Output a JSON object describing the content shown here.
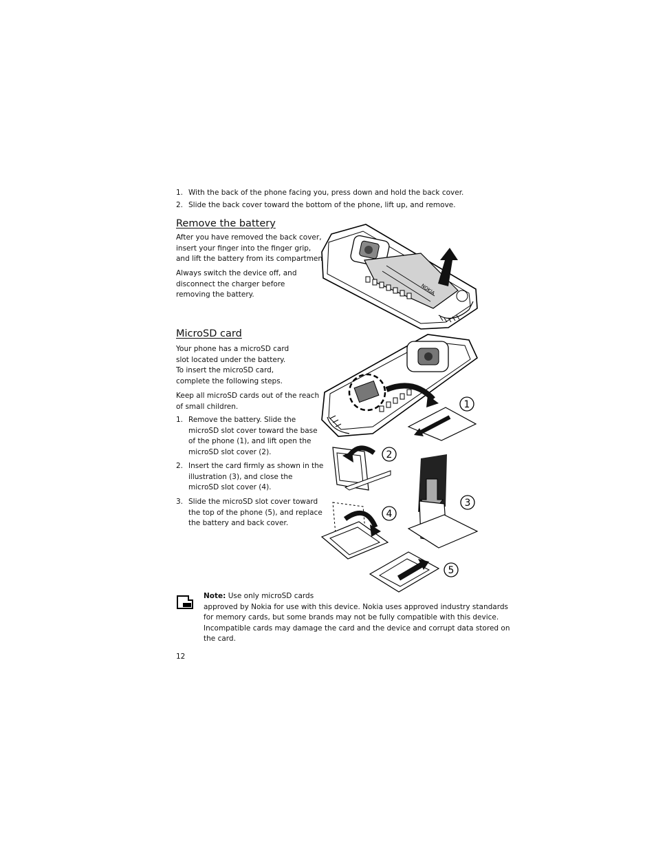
{
  "intro_steps": [
    {
      "num": "1.",
      "text": "With the back of the phone facing you, press down and hold the back cover."
    },
    {
      "num": "2.",
      "text": "Slide the back cover toward the bottom of the phone, lift up, and remove."
    }
  ],
  "battery_section": {
    "heading": "Remove the battery",
    "para1": [
      "After you have removed the back cover,",
      "insert your finger into the finger grip,",
      "and lift the battery from its compartment."
    ],
    "para2": [
      "Always switch the device off, and",
      "disconnect the charger before",
      "removing the battery."
    ]
  },
  "microsd_section": {
    "heading": "MicroSD card",
    "para1": [
      "Your phone has a microSD card",
      "slot located under the battery.",
      "To insert the microSD card,",
      "complete the following steps."
    ],
    "para2": [
      "Keep all microSD cards out of the reach",
      "of small children."
    ],
    "steps": [
      {
        "num": "1.",
        "lines": [
          "Remove the battery. Slide the",
          "microSD slot cover toward the base",
          "of the phone (1), and lift open the",
          "microSD slot cover (2)."
        ]
      },
      {
        "num": "2.",
        "lines": [
          "Insert the card firmly as shown in the",
          "illustration (3), and close the",
          "microSD slot cover (4)."
        ]
      },
      {
        "num": "3.",
        "lines": [
          "Slide the microSD slot cover toward",
          "the top of the phone (5), and replace",
          "the battery and back cover."
        ]
      }
    ]
  },
  "illustration_callouts": [
    "1",
    "2",
    "3",
    "4",
    "5"
  ],
  "phone_brand": "NOKIA",
  "note": {
    "label": "Note:",
    "first_line": "Use only microSD cards",
    "lines": [
      "approved by Nokia for use with this device. Nokia uses approved industry standards",
      "for memory cards, but some brands may not be fully compatible with this device.",
      "Incompatible cards may damage the card and the device and corrupt data stored on",
      "the card."
    ]
  },
  "page_number": "12"
}
